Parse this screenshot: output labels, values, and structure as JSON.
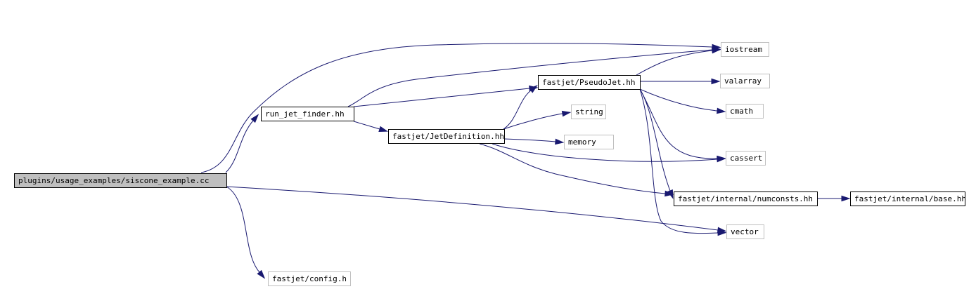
{
  "colors": {
    "edge": "#191970",
    "root_fill": "#bfbfbf",
    "root_border": "#000000",
    "documented_border": "#000000",
    "external_border": "#bfbfbf",
    "node_fill": "#ffffff"
  },
  "nodes": [
    {
      "id": "siscone_example",
      "label": "plugins/usage_examples/siscone_example.cc",
      "kind": "root"
    },
    {
      "id": "run_jet_finder",
      "label": "run_jet_finder.hh",
      "kind": "documented"
    },
    {
      "id": "jetdefinition",
      "label": "fastjet/JetDefinition.hh",
      "kind": "documented"
    },
    {
      "id": "pseudojet",
      "label": "fastjet/PseudoJet.hh",
      "kind": "documented"
    },
    {
      "id": "numconsts",
      "label": "fastjet/internal/numconsts.hh",
      "kind": "documented"
    },
    {
      "id": "base",
      "label": "fastjet/internal/base.hh",
      "kind": "documented"
    },
    {
      "id": "iostream",
      "label": "iostream",
      "kind": "external"
    },
    {
      "id": "valarray",
      "label": "valarray",
      "kind": "external"
    },
    {
      "id": "cmath",
      "label": "cmath",
      "kind": "external"
    },
    {
      "id": "string",
      "label": "string",
      "kind": "external"
    },
    {
      "id": "memory",
      "label": "memory",
      "kind": "external"
    },
    {
      "id": "cassert",
      "label": "cassert",
      "kind": "external"
    },
    {
      "id": "vector",
      "label": "vector",
      "kind": "external"
    },
    {
      "id": "config",
      "label": "fastjet/config.h",
      "kind": "external"
    }
  ],
  "edges": [
    {
      "from": "siscone_example",
      "to": "iostream"
    },
    {
      "from": "siscone_example",
      "to": "run_jet_finder"
    },
    {
      "from": "siscone_example",
      "to": "vector"
    },
    {
      "from": "siscone_example",
      "to": "config"
    },
    {
      "from": "run_jet_finder",
      "to": "iostream"
    },
    {
      "from": "run_jet_finder",
      "to": "pseudojet"
    },
    {
      "from": "run_jet_finder",
      "to": "jetdefinition"
    },
    {
      "from": "jetdefinition",
      "to": "pseudojet"
    },
    {
      "from": "jetdefinition",
      "to": "string"
    },
    {
      "from": "jetdefinition",
      "to": "memory"
    },
    {
      "from": "jetdefinition",
      "to": "cassert"
    },
    {
      "from": "jetdefinition",
      "to": "numconsts"
    },
    {
      "from": "pseudojet",
      "to": "iostream"
    },
    {
      "from": "pseudojet",
      "to": "valarray"
    },
    {
      "from": "pseudojet",
      "to": "cmath"
    },
    {
      "from": "pseudojet",
      "to": "cassert"
    },
    {
      "from": "pseudojet",
      "to": "numconsts"
    },
    {
      "from": "pseudojet",
      "to": "vector"
    },
    {
      "from": "numconsts",
      "to": "base"
    }
  ]
}
